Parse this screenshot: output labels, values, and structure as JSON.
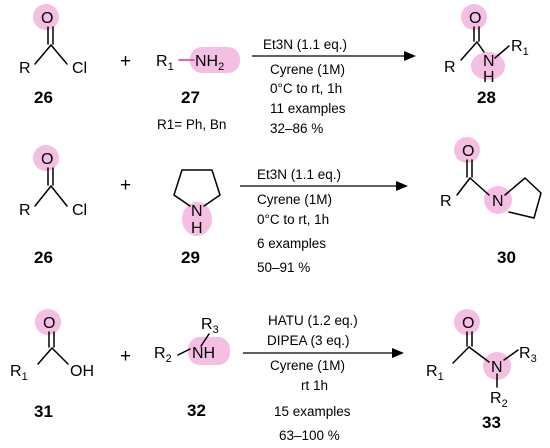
{
  "reactions": [
    {
      "reactant1": {
        "number": "26",
        "atoms": {
          "r": "R",
          "o": "O",
          "cl": "Cl"
        }
      },
      "plus": "+",
      "reactant2": {
        "number": "27",
        "atoms": {
          "r": "R",
          "r_sub": "1",
          "nh": "NH",
          "nh_sub": "2"
        },
        "note": "R1= Ph, Bn"
      },
      "conditions": [
        "Et3N (1.1 eq.)",
        "Cyrene (1M)",
        "0°C to rt, 1h",
        "11 examples",
        "32–86 %"
      ],
      "product": {
        "number": "28",
        "atoms": {
          "r": "R",
          "o": "O",
          "n": "N",
          "h": "H",
          "r1": "R",
          "r1_sub": "1"
        }
      }
    },
    {
      "reactant1": {
        "number": "26",
        "atoms": {
          "r": "R",
          "o": "O",
          "cl": "Cl"
        }
      },
      "plus": "+",
      "reactant2": {
        "number": "29",
        "atoms": {
          "n": "N",
          "h": "H"
        }
      },
      "conditions": [
        "Et3N (1.1 eq.)",
        "Cyrene (1M)",
        "0°C to rt, 1h",
        "6 examples",
        "50–91 %"
      ],
      "product": {
        "number": "30",
        "atoms": {
          "r": "R",
          "o": "O",
          "n": "N"
        }
      }
    },
    {
      "reactant1": {
        "number": "31",
        "atoms": {
          "r": "R",
          "r_sub": "1",
          "o": "O",
          "oh": "OH"
        }
      },
      "plus": "+",
      "reactant2": {
        "number": "32",
        "atoms": {
          "r3": "R",
          "r3_sub": "3",
          "r2": "R",
          "r2_sub": "2",
          "nh": "NH"
        }
      },
      "conditions": [
        "HATU (1.2 eq.)",
        "DIPEA (3 eq.)",
        "Cyrene (1M)",
        "rt 1h",
        "15 examples",
        "63–100 %"
      ],
      "product": {
        "number": "33",
        "atoms": {
          "r1": "R",
          "r1_sub": "1",
          "o": "O",
          "n": "N",
          "r3": "R",
          "r3_sub": "3",
          "r2": "R",
          "r2_sub": "2"
        }
      }
    }
  ],
  "colors": {
    "highlight": "#f4bfe2",
    "text": "#000000"
  }
}
